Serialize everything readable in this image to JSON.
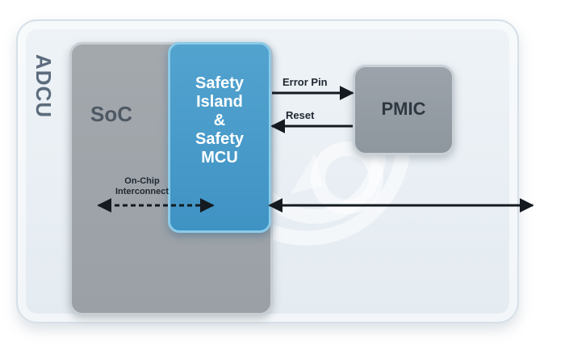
{
  "diagram": {
    "outer_label": "ADCU",
    "soc": {
      "label": "SoC"
    },
    "safety": {
      "lines": [
        "Safety",
        "Island",
        "&",
        "Safety",
        "MCU"
      ]
    },
    "pmic": {
      "label": "PMIC"
    },
    "connections": {
      "error_pin": "Error Pin",
      "reset": "Reset",
      "interconnect": {
        "lines": [
          "On-Chip",
          "Interconnect"
        ]
      }
    }
  }
}
